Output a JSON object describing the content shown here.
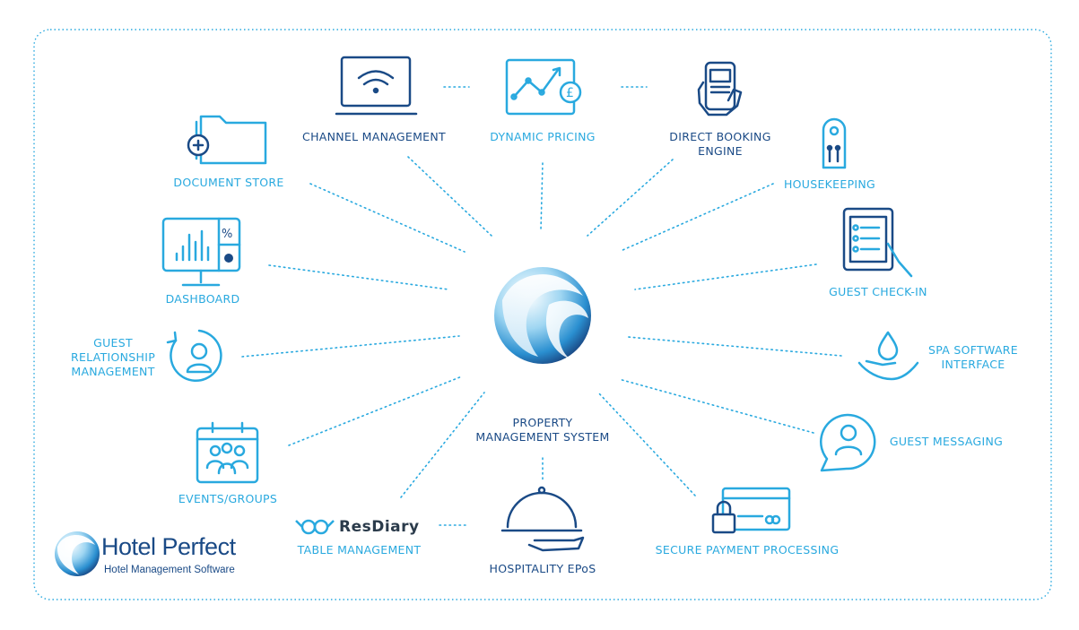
{
  "colors": {
    "dark_blue": "#1a4a86",
    "light_blue": "#29a9df",
    "border": "#29a9df"
  },
  "center": {
    "label": "PROPERTY\nMANAGEMENT SYSTEM",
    "icon": "hotel-perfect-orb-logo"
  },
  "modules": [
    {
      "key": "channel",
      "label": "CHANNEL MANAGEMENT",
      "icon": "wifi-laptop-icon"
    },
    {
      "key": "pricing",
      "label": "DYNAMIC PRICING",
      "icon": "pound-chart-icon"
    },
    {
      "key": "booking",
      "label": "DIRECT BOOKING\nENGINE",
      "icon": "phone-in-hand-icon"
    },
    {
      "key": "housekeeping",
      "label": "HOUSEKEEPING",
      "icon": "door-hanger-icon"
    },
    {
      "key": "checkin",
      "label": "GUEST CHECK-IN",
      "icon": "tablet-checklist-icon"
    },
    {
      "key": "spa",
      "label": "SPA SOFTWARE\nINTERFACE",
      "icon": "water-drop-hand-icon"
    },
    {
      "key": "messaging",
      "label": "GUEST MESSAGING",
      "icon": "chat-person-icon"
    },
    {
      "key": "payment",
      "label": "SECURE PAYMENT PROCESSING",
      "icon": "card-lock-icon"
    },
    {
      "key": "epos",
      "label": "HOSPITALITY EPoS",
      "icon": "cloche-icon"
    },
    {
      "key": "table",
      "label": "TABLE MANAGEMENT",
      "icon": "resdiary-icon"
    },
    {
      "key": "events",
      "label": "EVENTS/GROUPS",
      "icon": "calendar-group-icon"
    },
    {
      "key": "crm",
      "label": "GUEST\nRELATIONSHIP\nMANAGEMENT",
      "icon": "person-cycle-icon"
    },
    {
      "key": "dashboard",
      "label": "DASHBOARD",
      "icon": "monitor-chart-icon"
    },
    {
      "key": "documents",
      "label": "DOCUMENT STORE",
      "icon": "folder-plus-icon"
    }
  ],
  "resdiary": {
    "text": "ResDiary"
  },
  "brand": {
    "name": "Hotel Perfect",
    "tagline": "Hotel Management Software"
  }
}
